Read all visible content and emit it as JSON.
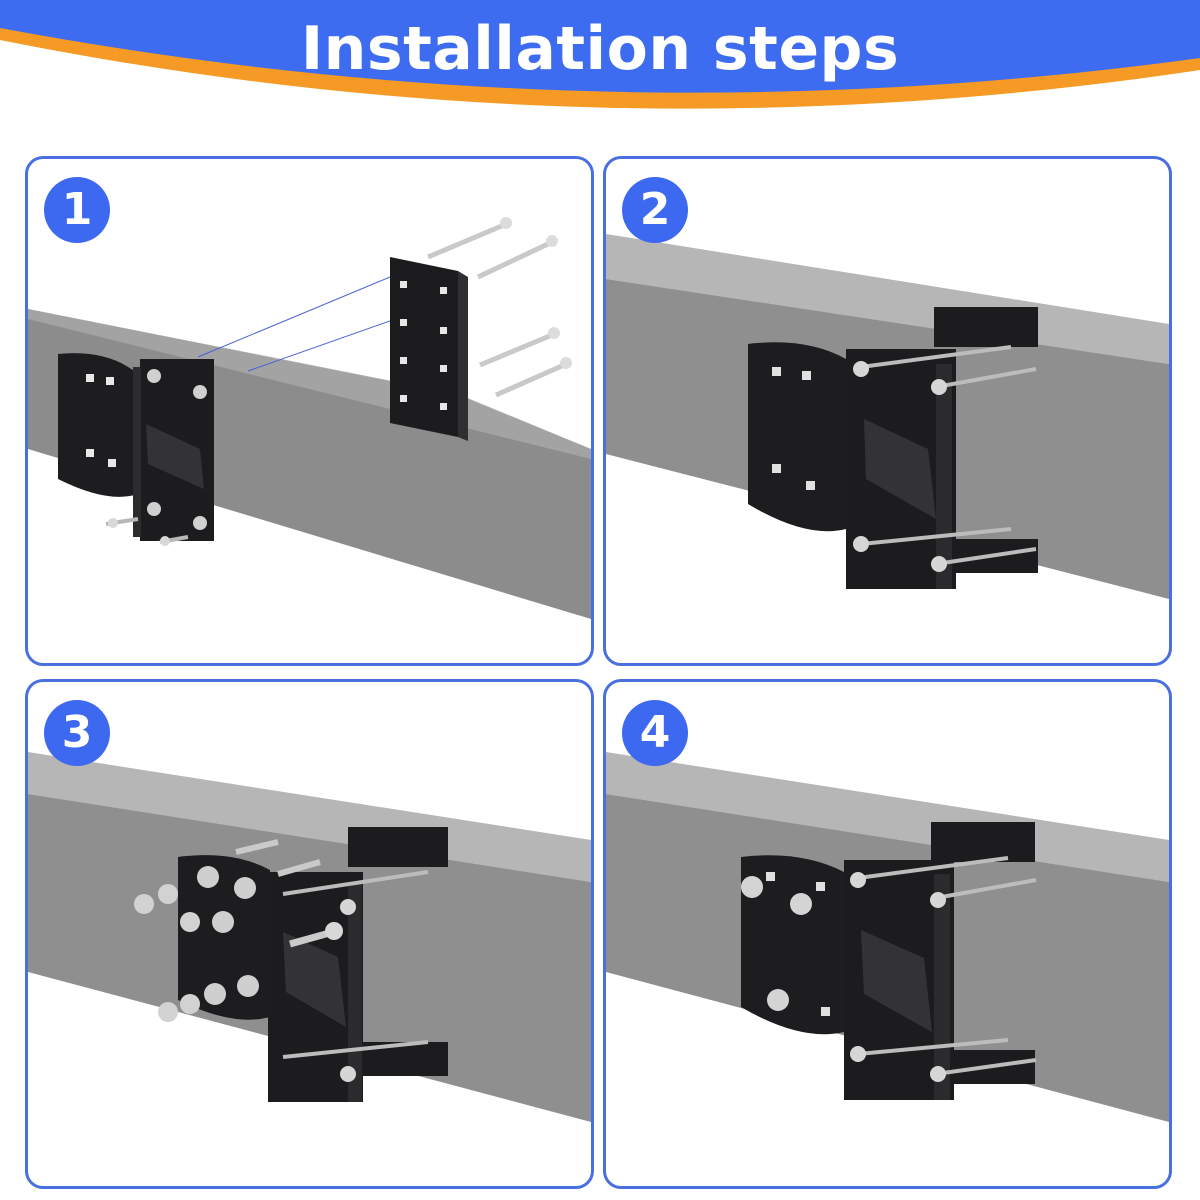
{
  "header": {
    "title": "Installation steps",
    "background_color": "#3e6cf0",
    "accent_color": "#f59a24"
  },
  "steps": [
    {
      "number": "1"
    },
    {
      "number": "2"
    },
    {
      "number": "3"
    },
    {
      "number": "4"
    }
  ],
  "colors": {
    "panel_border": "#4a6fe0",
    "badge": "#3d68f0",
    "beam_side": "#8e8e8e",
    "beam_top": "#b9b9b9",
    "bracket": "#1c1c1e"
  }
}
